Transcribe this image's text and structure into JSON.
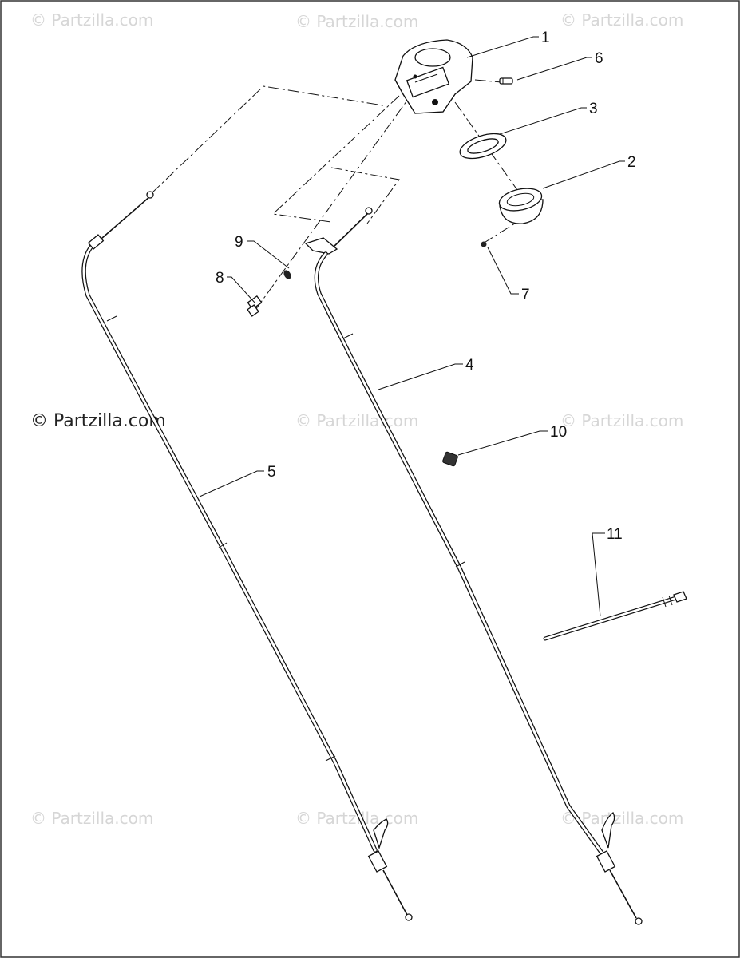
{
  "watermarks": [
    {
      "id": "tl",
      "text": "© Partzilla.com"
    },
    {
      "id": "tc",
      "text": "© Partzilla.com"
    },
    {
      "id": "tr",
      "text": "© Partzilla.com"
    },
    {
      "id": "ml",
      "text": "© Partzilla.com"
    },
    {
      "id": "mc",
      "text": "© Partzilla.com"
    },
    {
      "id": "mr",
      "text": "© Partzilla.com"
    },
    {
      "id": "bl",
      "text": "© Partzilla.com"
    },
    {
      "id": "bc",
      "text": "© Partzilla.com"
    },
    {
      "id": "br",
      "text": "© Partzilla.com"
    }
  ],
  "callouts": [
    {
      "label": "1",
      "part": "throttle-housing"
    },
    {
      "label": "2",
      "part": "cap"
    },
    {
      "label": "3",
      "part": "washer"
    },
    {
      "label": "4",
      "part": "cable-right"
    },
    {
      "label": "5",
      "part": "cable-left"
    },
    {
      "label": "6",
      "part": "screw"
    },
    {
      "label": "7",
      "part": "small-nut"
    },
    {
      "label": "8",
      "part": "bolt"
    },
    {
      "label": "9",
      "part": "nut"
    },
    {
      "label": "10",
      "part": "clip"
    },
    {
      "label": "11",
      "part": "rod"
    }
  ]
}
